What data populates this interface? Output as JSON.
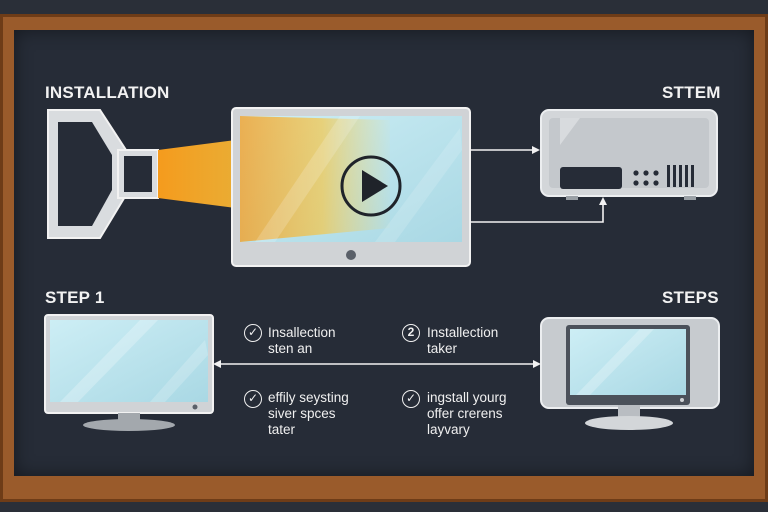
{
  "headings": {
    "installation": "INSTALLATION",
    "system": "STTEM",
    "step1": "STEP 1",
    "steps": "STEPS"
  },
  "notes": [
    {
      "marker": "✓",
      "lines": [
        "Insallection",
        "sten an"
      ]
    },
    {
      "marker": "2",
      "lines": [
        "Installection",
        "taker"
      ]
    },
    {
      "marker": "✓",
      "lines": [
        "effily seysting",
        "siver spces",
        "tater"
      ]
    },
    {
      "marker": "✓",
      "lines": [
        "ingstall yourg",
        "offer crerens",
        "layvary"
      ]
    }
  ],
  "colors": {
    "board": "#262c37",
    "frame": "#9a5b2b",
    "beam": "#f5a623",
    "screen": "#bfe3ec",
    "device": "#cfd2d6"
  },
  "icons": {
    "projector": "projector-icon",
    "monitor": "monitor-icon",
    "play": "play-icon",
    "set_top_box": "set-top-box-icon"
  }
}
